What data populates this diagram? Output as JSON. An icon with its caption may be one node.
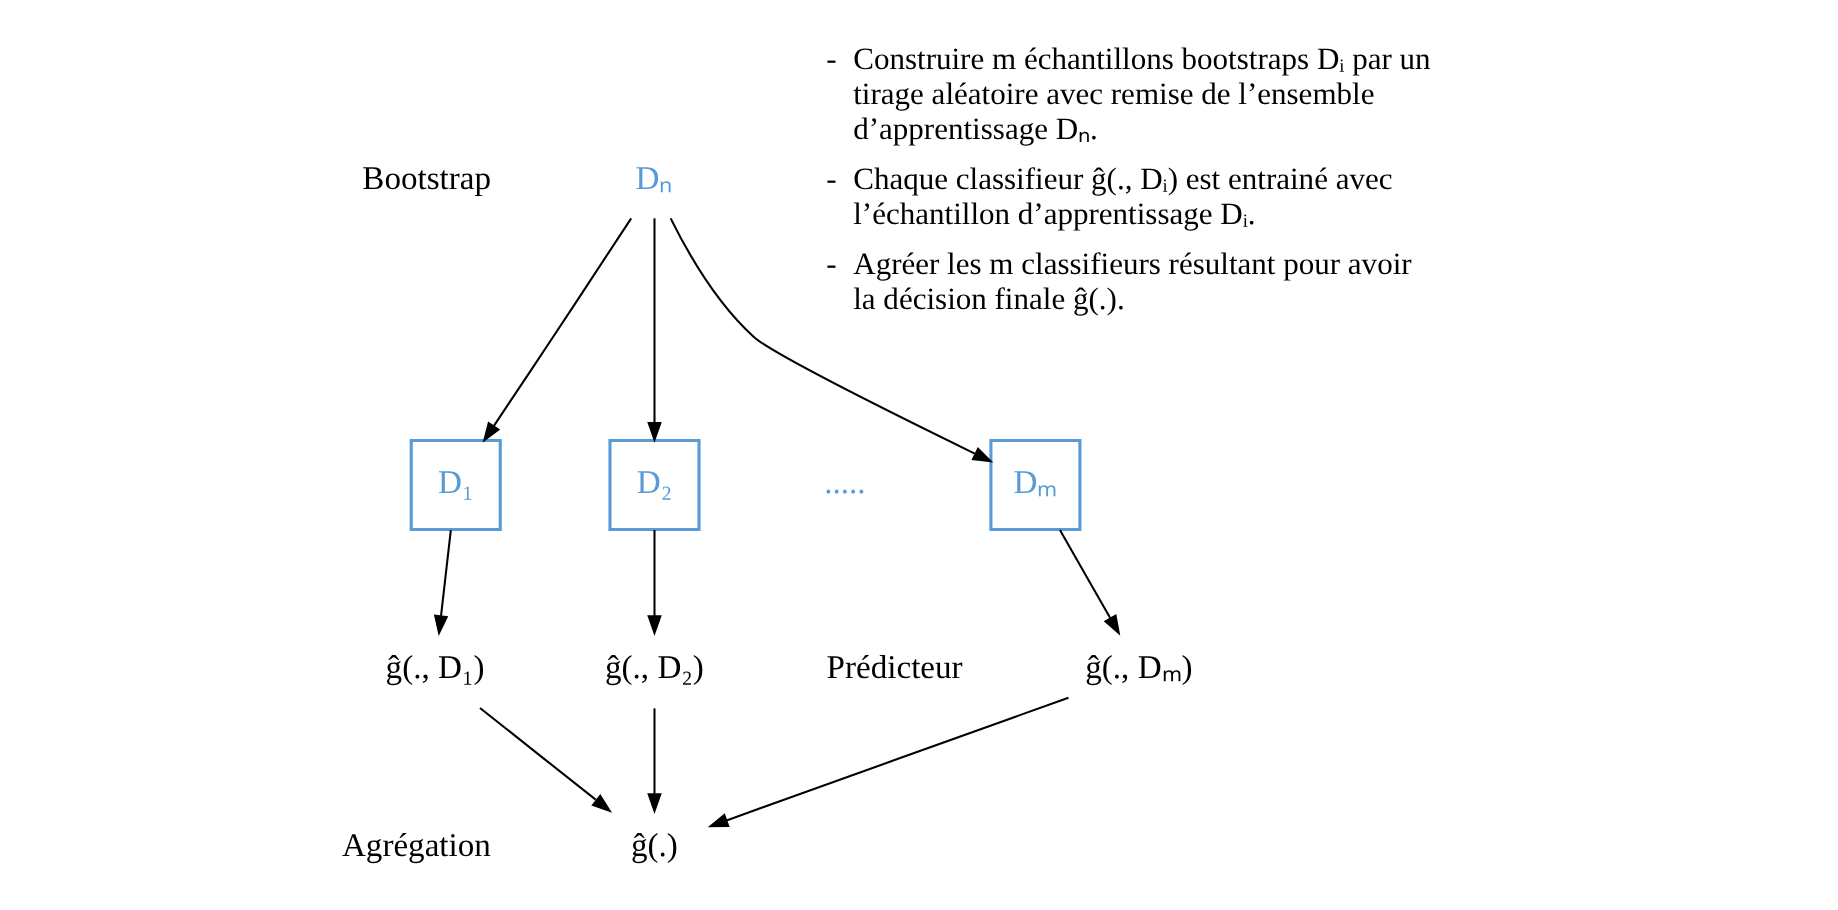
{
  "diagram": {
    "nodes": [
      {
        "text": [
          "Dₙ"
        ]
      },
      {
        "text": [
          "D₁"
        ]
      },
      {
        "text": [
          "D₂"
        ]
      },
      {
        "text": [
          "Dₘ"
        ]
      },
      {
        "text": [
          "ĝ(., D₁)"
        ]
      },
      {
        "text": [
          "ĝ(., D₂)"
        ]
      },
      {
        "text": [
          "ĝ(., Dₘ)"
        ]
      },
      {
        "text": [
          "ĝ(.)"
        ]
      }
    ],
    "edges": [
      {
        "from": 0,
        "to": 1,
        "arrow": "to"
      },
      {
        "from": 0,
        "to": 2,
        "arrow": "to"
      },
      {
        "from": 0,
        "to": 3,
        "arrow": "to"
      },
      {
        "from": 1,
        "to": 4,
        "arrow": "to"
      },
      {
        "from": 2,
        "to": 5,
        "arrow": "to"
      },
      {
        "from": 3,
        "to": 6,
        "arrow": "to"
      },
      {
        "from": 4,
        "to": 7,
        "arrow": "to"
      },
      {
        "from": 5,
        "to": 7,
        "arrow": "to"
      },
      {
        "from": 6,
        "to": 7,
        "arrow": "to"
      }
    ],
    "labels": [
      "-",
      "Construire m échantillons bootstraps Dᵢ par un tirage aléatoire avec remise de l’ensemble d’apprentissage Dₙ.",
      "-",
      "Chaque classifieur ĝ(., Dᵢ) est entrainé avec l’échantillon d’apprentissage Dᵢ.",
      "-",
      "Agréer les m classifieurs résultant pour avoir la décision finale ĝ(.).",
      "Bootstrap",
      ".....",
      "Prédicteur",
      "Agrégation"
    ]
  }
}
